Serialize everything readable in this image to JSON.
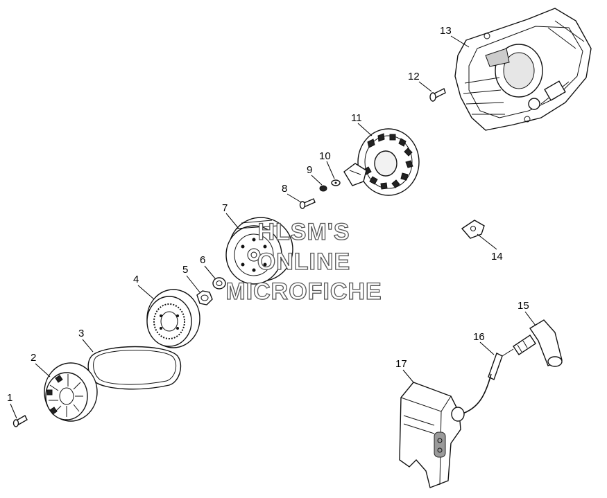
{
  "diagram": {
    "labels": [
      "1",
      "2",
      "3",
      "4",
      "5",
      "6",
      "7",
      "8",
      "9",
      "10",
      "11",
      "12",
      "13",
      "14",
      "15",
      "16",
      "17"
    ],
    "watermark": [
      "HLSM'S",
      "ONLINE",
      "MICROFICHE"
    ]
  }
}
